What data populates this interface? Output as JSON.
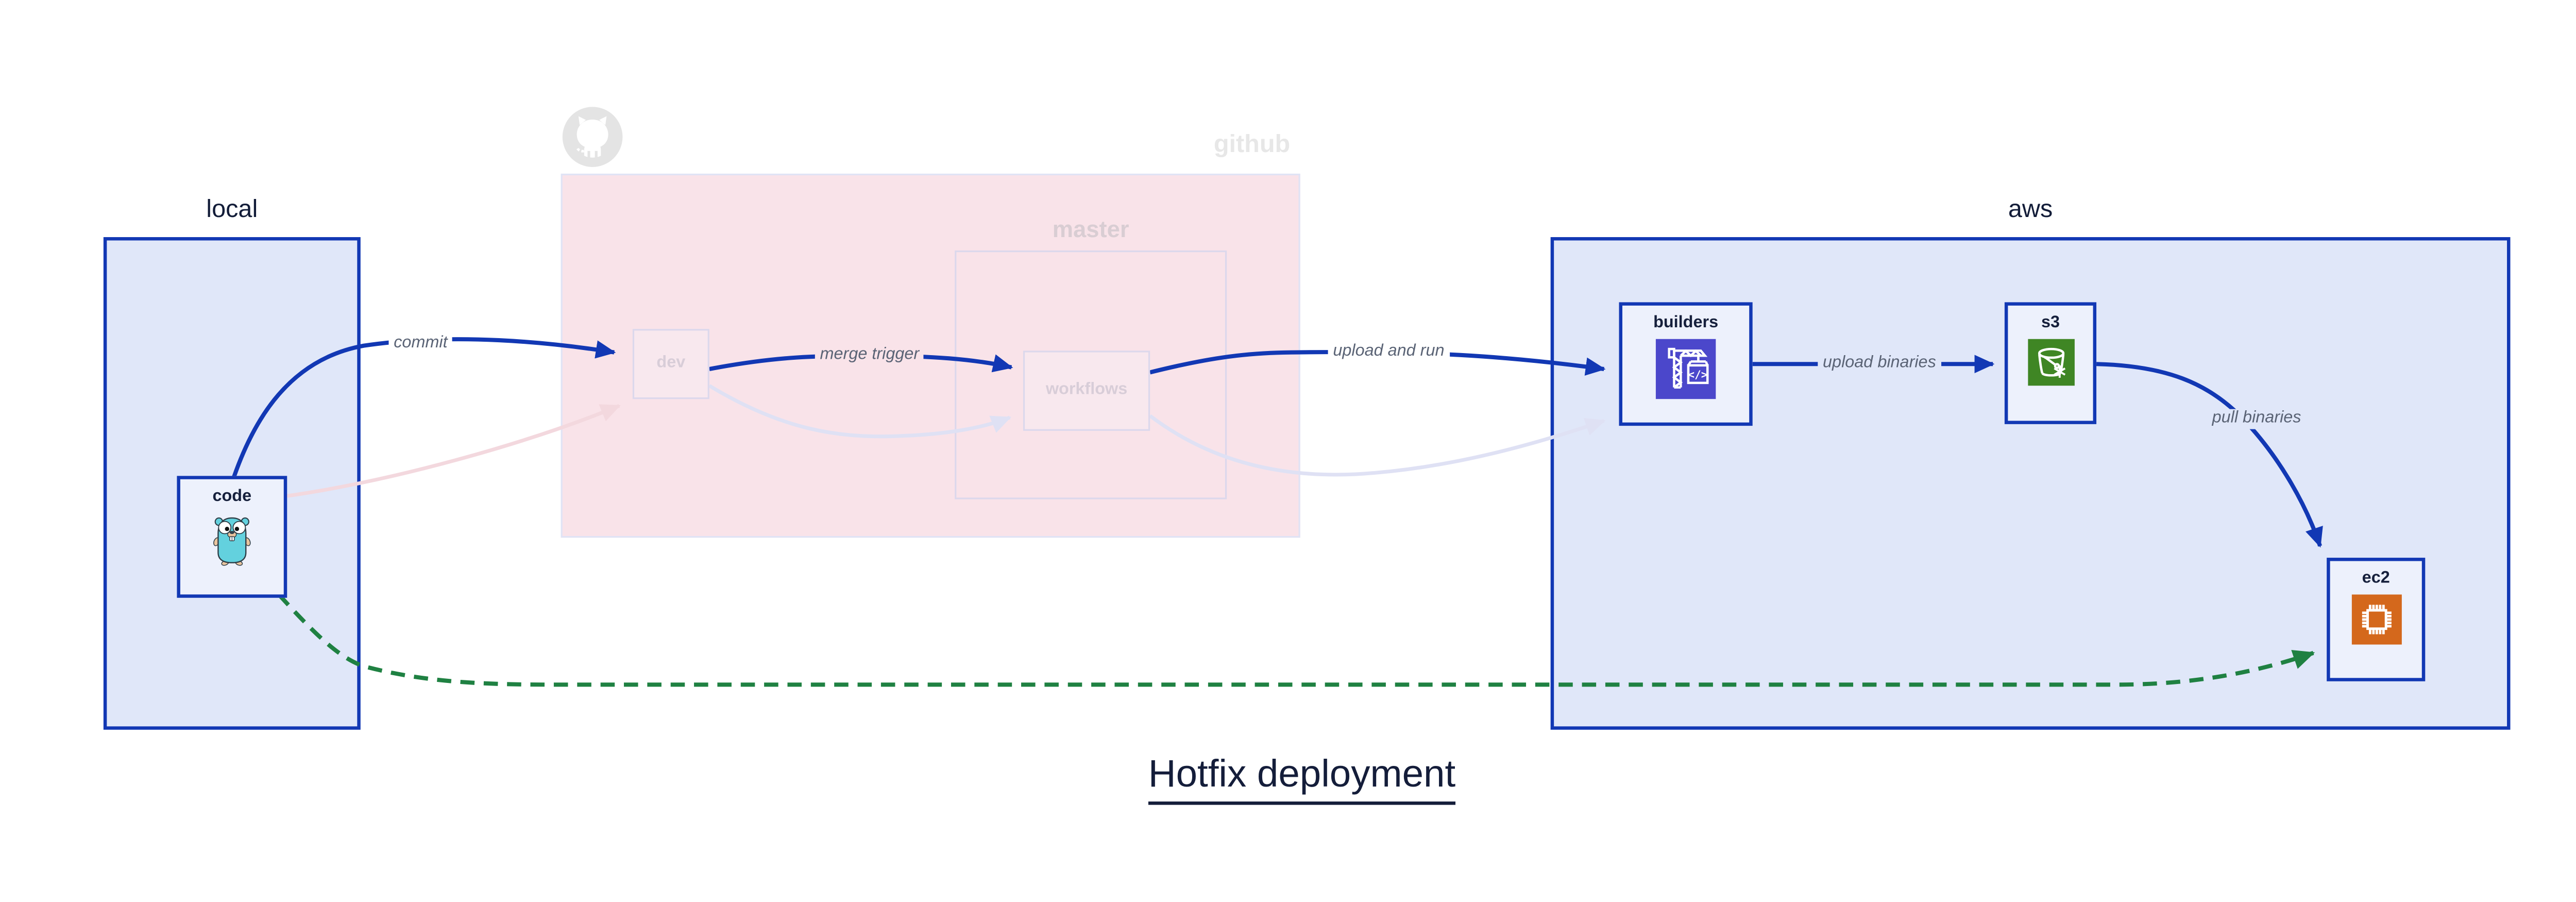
{
  "title": {
    "text": "Hotfix deployment"
  },
  "regions": {
    "local": {
      "label": "local"
    },
    "github": {
      "label": "github"
    },
    "master": {
      "label": "master"
    },
    "aws": {
      "label": "aws"
    }
  },
  "nodes": {
    "code": {
      "label": "code",
      "icon": "go-gopher-icon"
    },
    "dev": {
      "label": "dev",
      "icon": ""
    },
    "workflows": {
      "label": "workflows",
      "icon": ""
    },
    "builders": {
      "label": "builders",
      "icon": "aws-codebuild-icon"
    },
    "s3": {
      "label": "s3",
      "icon": "aws-s3-bucket-icon"
    },
    "ec2": {
      "label": "ec2",
      "icon": "aws-ec2-chip-icon"
    }
  },
  "edges": [
    {
      "id": "commit",
      "label": "commit",
      "from": "code",
      "to": "dev",
      "style": "solid-blue"
    },
    {
      "id": "merge-trigger",
      "label": "merge trigger",
      "from": "dev",
      "to": "workflows",
      "style": "solid-blue"
    },
    {
      "id": "upload-and-run",
      "label": "upload and run",
      "from": "workflows",
      "to": "builders",
      "style": "solid-blue"
    },
    {
      "id": "upload-binaries",
      "label": "upload binaries",
      "from": "builders",
      "to": "s3",
      "style": "solid-blue"
    },
    {
      "id": "pull-binaries",
      "label": "pull binaries",
      "from": "s3",
      "to": "ec2",
      "style": "solid-blue"
    },
    {
      "id": "hotfix-direct",
      "label": "",
      "from": "code",
      "to": "ec2",
      "style": "dashed-green"
    },
    {
      "id": "faded-commit",
      "label": "",
      "from": "code",
      "to": "dev",
      "style": "faded-pink"
    },
    {
      "id": "faded-merge",
      "label": "",
      "from": "dev",
      "to": "workflows",
      "style": "faded-lavender"
    },
    {
      "id": "faded-upload",
      "label": "",
      "from": "workflows",
      "to": "builders",
      "style": "faded-lavender"
    }
  ],
  "icons": {
    "github_logo": "octocat-logo",
    "codebuild_glyph": "</>"
  },
  "colors": {
    "region_fill_blue": "#e0e7f9",
    "region_fill_pink": "#f9e3e9",
    "border_blue": "#1238b4",
    "edge_blue": "#1238b4",
    "edge_green": "#1f8142",
    "edge_faded_pink": "#f3d8de",
    "edge_faded_lavender": "#dfe1f4",
    "faded_border": "#dcd8ec",
    "codebuild_indigo": "#4b47cb",
    "s3_green": "#3f8624",
    "ec2_orange": "#d4681c",
    "gopher_teal": "#63d1de",
    "label_gray": "#5a6375",
    "dark_navy": "#141d3a"
  }
}
